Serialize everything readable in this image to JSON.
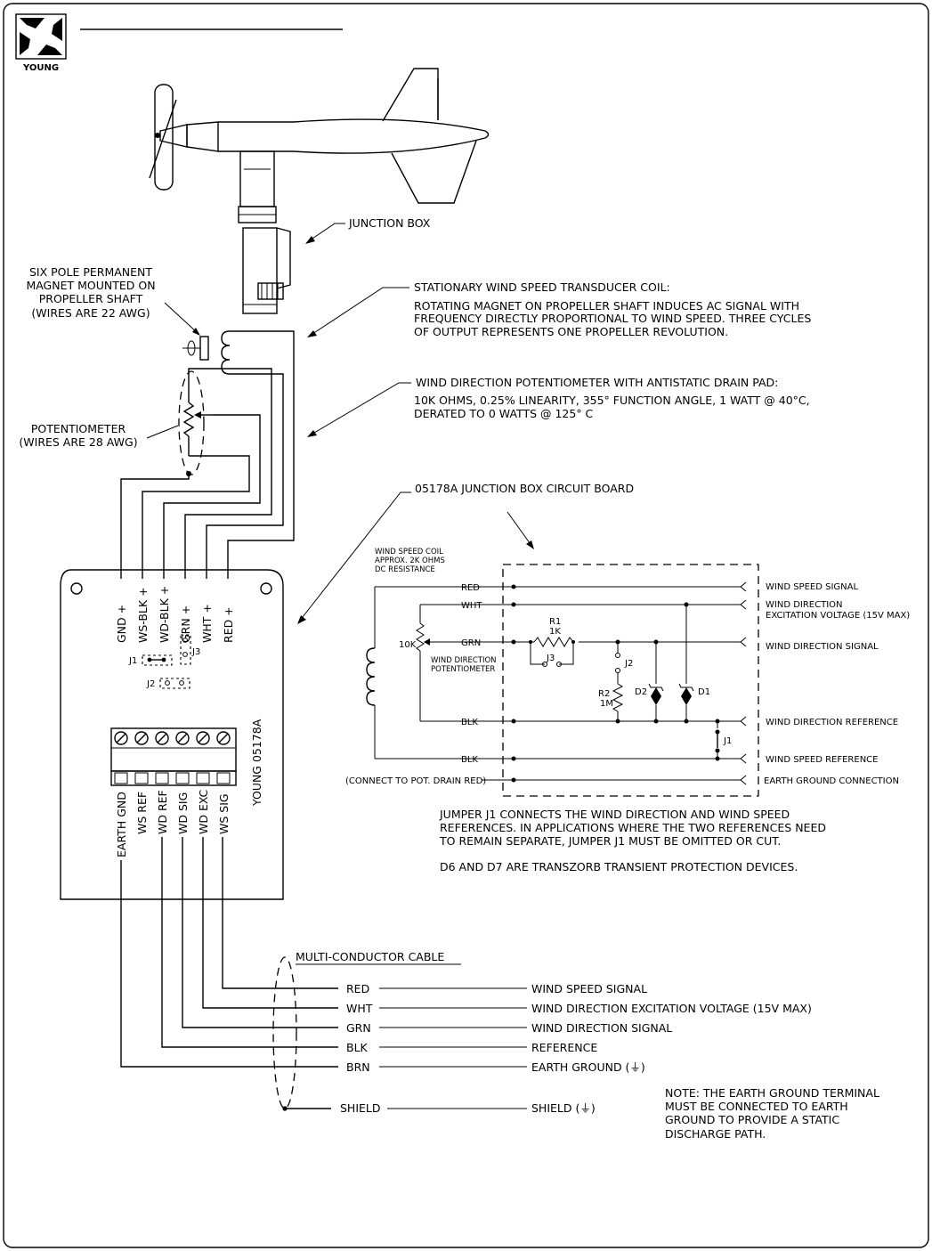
{
  "header": {
    "logo_text": "YOUNG"
  },
  "sensor": {
    "junction_box_label": "JUNCTION BOX",
    "magnet_label": [
      "SIX POLE PERMANENT",
      "MAGNET MOUNTED ON",
      "PROPELLER SHAFT",
      "(WIRES ARE 22 AWG)"
    ],
    "pot_label": [
      "POTENTIOMETER",
      "(WIRES ARE 28 AWG)"
    ]
  },
  "coil_note": {
    "title": "STATIONARY WIND SPEED TRANSDUCER COIL:",
    "lines": [
      "ROTATING MAGNET ON PROPELLER SHAFT INDUCES AC SIGNAL WITH",
      "FREQUENCY DIRECTLY PROPORTIONAL TO WIND SPEED.  THREE CYCLES",
      "OF OUTPUT REPRESENTS ONE PROPELLER REVOLUTION."
    ]
  },
  "pot_note": {
    "title": "WIND DIRECTION POTENTIOMETER WITH ANTISTATIC DRAIN PAD:",
    "lines": [
      "10K OHMS, 0.25% LINEARITY, 355° FUNCTION ANGLE, 1 WATT @ 40°C,",
      "DERATED TO 0 WATTS @ 125° C"
    ]
  },
  "board": {
    "top_terminals": [
      "GND +",
      "WS-BLK +",
      "WD-BLK +",
      "GRN +",
      "WHT +",
      "RED +"
    ],
    "jumpers": [
      "J1",
      "J2",
      "J3"
    ],
    "model": "YOUNG 05178A",
    "bottom_terminals": [
      "EARTH GND",
      "WS REF",
      "WD REF",
      "WD SIG",
      "WD EXC",
      "WS SIG"
    ]
  },
  "schematic": {
    "title": "05178A JUNCTION BOX CIRCUIT BOARD",
    "coil_note": [
      "WIND SPEED COIL",
      "APPROX. 2K OHMS",
      "DC RESISTANCE"
    ],
    "pot_value": "10K",
    "pot_name": [
      "WIND DIRECTION",
      "POTENTIOMETER"
    ],
    "wires": [
      "RED",
      "WHT",
      "GRN",
      "BLK",
      "BLK"
    ],
    "drain_note": "(CONNECT TO POT. DRAIN  RED)",
    "r1": [
      "R1",
      "1K"
    ],
    "r2": [
      "R2",
      "1M"
    ],
    "j1": "J1",
    "j2": "J2",
    "j3": "J3",
    "d1": "D1",
    "d2": "D2",
    "outputs": [
      "WIND SPEED SIGNAL",
      "WIND DIRECTION",
      "EXCITATION VOLTAGE (15V MAX)",
      "WIND DIRECTION SIGNAL",
      "WIND DIRECTION REFERENCE",
      "WIND SPEED REFERENCE",
      "EARTH GROUND CONNECTION"
    ],
    "jumper_note": [
      "JUMPER J1 CONNECTS THE WIND DIRECTION AND WIND SPEED",
      "REFERENCES. IN APPLICATIONS WHERE THE TWO REFERENCES NEED",
      "TO REMAIN SEPARATE, JUMPER J1 MUST BE OMITTED OR CUT."
    ],
    "transzorb_note": "D6 AND D7 ARE TRANSZORB TRANSIENT PROTECTION DEVICES."
  },
  "cable": {
    "title": "MULTI-CONDUCTOR CABLE",
    "rows": [
      {
        "color": "RED",
        "signal": "WIND SPEED SIGNAL"
      },
      {
        "color": "WHT",
        "signal": "WIND DIRECTION EXCITATION VOLTAGE (15V MAX)"
      },
      {
        "color": "GRN",
        "signal": "WIND DIRECTION SIGNAL"
      },
      {
        "color": "BLK",
        "signal": "REFERENCE"
      },
      {
        "color": "BRN",
        "signal": "EARTH GROUND (⏚)"
      },
      {
        "color": "SHIELD",
        "signal": "SHIELD (⏚)"
      }
    ]
  },
  "note": [
    "NOTE:   THE EARTH GROUND TERMINAL",
    "MUST BE CONNECTED TO EARTH",
    "GROUND TO PROVIDE A STATIC",
    "DISCHARGE PATH."
  ]
}
